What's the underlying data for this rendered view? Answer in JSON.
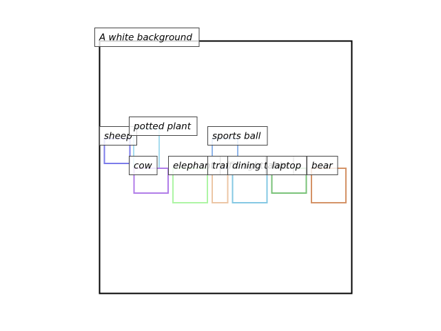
{
  "caption": "A white background",
  "frame_color": "#000000",
  "objects": [
    {
      "label": "sheep",
      "color": "#7b7bea"
    },
    {
      "label": "potted plant",
      "color": "#a6dcef"
    },
    {
      "label": "cow",
      "color": "#b07ce8"
    },
    {
      "label": "elephant",
      "color": "#adf5a4"
    },
    {
      "label": "traffic light",
      "color": "#ecc6a5"
    },
    {
      "label": "sports ball",
      "color": "#8fb5ea"
    },
    {
      "label": "dining table",
      "color": "#84c8e3"
    },
    {
      "label": "laptop",
      "color": "#79c278"
    },
    {
      "label": "bear",
      "color": "#d49266"
    }
  ]
}
